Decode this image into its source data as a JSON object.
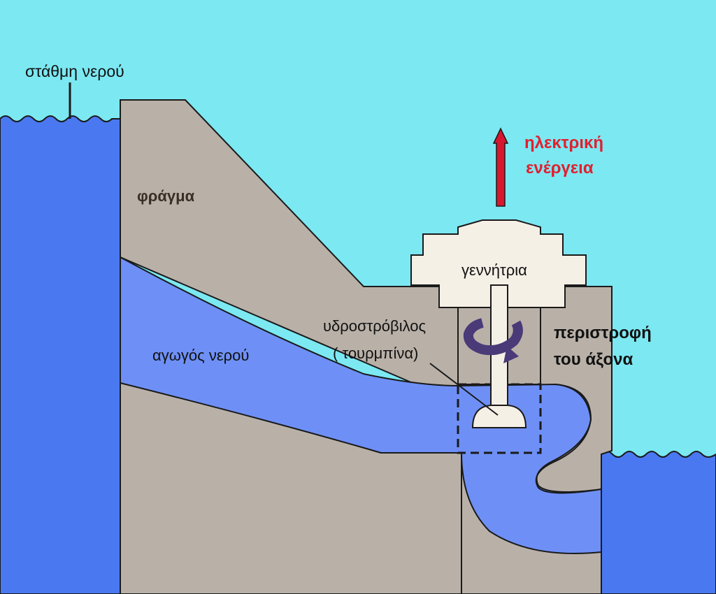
{
  "labels": {
    "water_level": "στάθμη νερού",
    "dam": "φράγμα",
    "electric_energy_line1": "ηλεκτρική",
    "electric_energy_line2": "ενέργεια",
    "generator": "γεννήτρια",
    "turbine_line1": "υδροστρόβιλος",
    "turbine_line2": "( τουρμπίνα)",
    "penstock": "αγωγός νερού",
    "shaft_rotation_line1": "περιστροφή",
    "shaft_rotation_line2": "του άξονα"
  },
  "colors": {
    "sky": "#7ce8f2",
    "water": "#4a78f0",
    "water_channel": "#6e90f6",
    "ground": "#b9b1a8",
    "generator": "#f5f0e6",
    "energy_arrow": "#d7172f",
    "energy_text": "#e0202f",
    "rotation_arrow": "#4a3a78",
    "outline": "#1a1a1a"
  },
  "icons": {
    "energy_arrow": "arrow-up-icon",
    "rotation": "rotation-arrow-icon"
  }
}
